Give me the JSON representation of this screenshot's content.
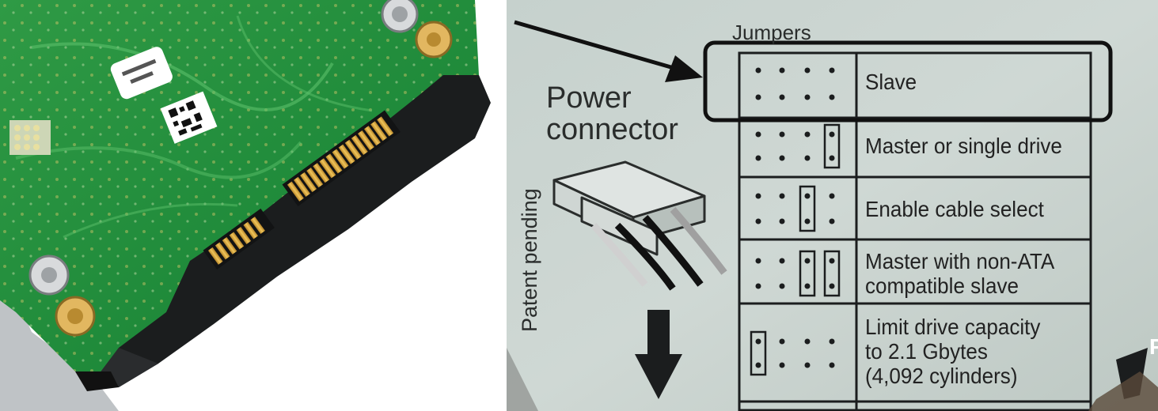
{
  "label": {
    "jumpers_title": "Jumpers",
    "power_connector_line1": "Power",
    "power_connector_line2": "connector",
    "patent_text": "Patent pending",
    "edge_glyph": "P",
    "rows": [
      {
        "lines": [
          "Slave"
        ]
      },
      {
        "lines": [
          "Master or single drive"
        ]
      },
      {
        "lines": [
          "Enable cable select"
        ]
      },
      {
        "lines": [
          "Master with non-ATA",
          "compatible slave"
        ]
      },
      {
        "lines": [
          "Limit drive capacity",
          "to 2.1 Gbytes",
          "(4,092 cylinders)"
        ]
      }
    ]
  },
  "colors": {
    "pcb_green": "#1f8a3a",
    "label_background": "#c9d3cf",
    "connector_black": "#1b1d1e",
    "gold_pins": "#d9a73a",
    "highlight_box": "#111111"
  },
  "icons": {
    "arrow_top": "arrow-icon",
    "arrow_down": "arrow-down-icon",
    "power_plug": "molex-plug-icon"
  }
}
